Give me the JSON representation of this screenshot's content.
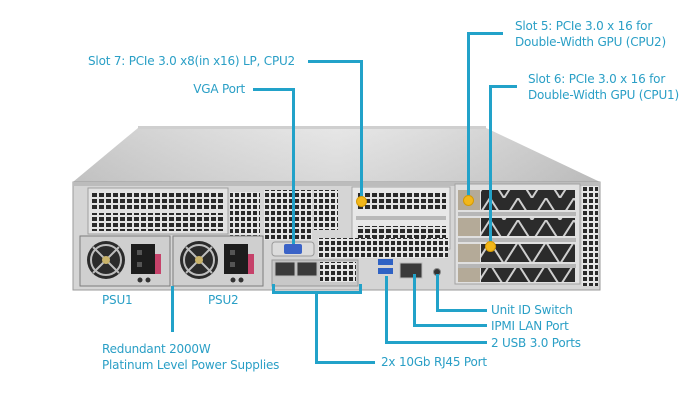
{
  "image": {
    "subject": "server-rear-panel",
    "accent_color": "#22a2c9",
    "marker_color": "#f2b71a"
  },
  "callouts": {
    "slot7": "Slot 7: PCIe 3.0 x8(in x16) LP, CPU2",
    "vga": "VGA Port",
    "slot5_line1": "Slot 5: PCIe 3.0 x 16 for",
    "slot5_line2": "Double-Width GPU (CPU2)",
    "slot6_line1": "Slot 6: PCIe 3.0 x 16 for",
    "slot6_line2": "Double-Width GPU (CPU1)",
    "psu1": "PSU1",
    "psu2": "PSU2",
    "power_line1": "Redundant 2000W",
    "power_line2": "Platinum Level Power Supplies",
    "uid": "Unit ID Switch",
    "ipmi": "IPMI LAN Port",
    "usb": "2 USB 3.0 Ports",
    "lan10g": "2x 10Gb RJ45 Port"
  }
}
